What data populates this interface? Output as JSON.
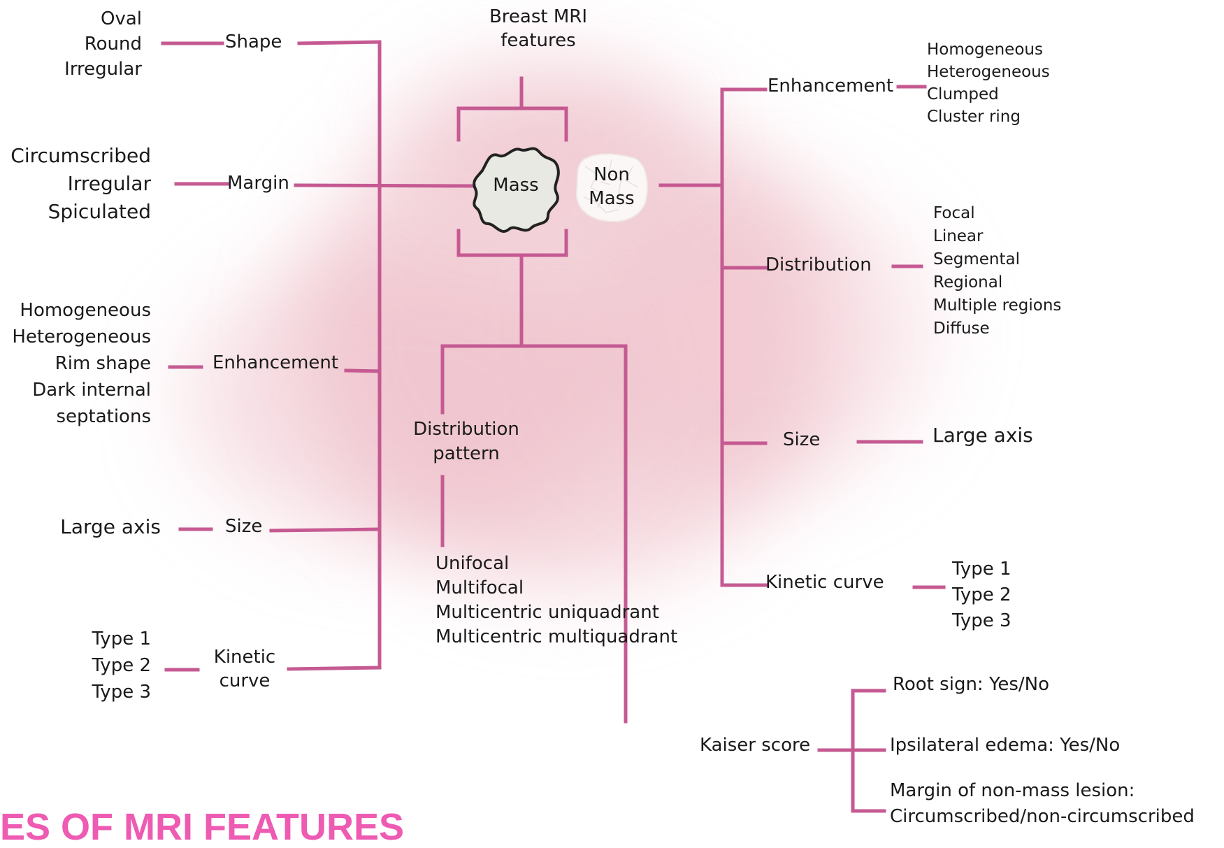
{
  "root": {
    "label": "Breast MRI\nfeatures"
  },
  "center": {
    "mass_label": "Mass",
    "nonmass_label": "Non\nMass"
  },
  "mass_branch": {
    "shape": {
      "label": "Shape",
      "values": "Oval\nRound\nIrregular"
    },
    "margin": {
      "label": "Margin",
      "values": "Circumscribed\nIrregular\nSpiculated"
    },
    "enhancement": {
      "label": "Enhancement",
      "values": "Homogeneous\nHeterogeneous\nRim shape\nDark internal\nseptations"
    },
    "size": {
      "label": "Size",
      "values": "Large axis"
    },
    "kinetic": {
      "label": "Kinetic\ncurve",
      "values": "Type 1\nType 2\nType 3"
    }
  },
  "nonmass_branch": {
    "enhancement": {
      "label": "Enhancement",
      "values": "Homogeneous\nHeterogeneous\nClumped\nCluster ring"
    },
    "distribution": {
      "label": "Distribution",
      "values": "Focal\nLinear\nSegmental\nRegional\nMultiple regions\nDiffuse"
    },
    "size": {
      "label": "Size",
      "values": "Large axis"
    },
    "kinetic": {
      "label": "Kinetic curve",
      "values": "Type 1\nType 2\nType 3"
    }
  },
  "shared": {
    "distribution_pattern": {
      "label": "Distribution\npattern",
      "values": "Unifocal\nMultifocal\nMulticentric uniquadrant\nMulticentric multiquadrant"
    },
    "kaiser": {
      "label": "Kaiser score",
      "items": [
        "Root sign: Yes/No",
        "Ipsilateral edema: Yes/No",
        "Margin of non-mass lesion:\nCircumscribed/non-circumscribed"
      ]
    }
  },
  "footer": {
    "title": "ES OF MRI FEATURES"
  },
  "colors": {
    "line": "#c55a92",
    "title": "#ee5bb2",
    "cloud": "#e8a9b6"
  }
}
